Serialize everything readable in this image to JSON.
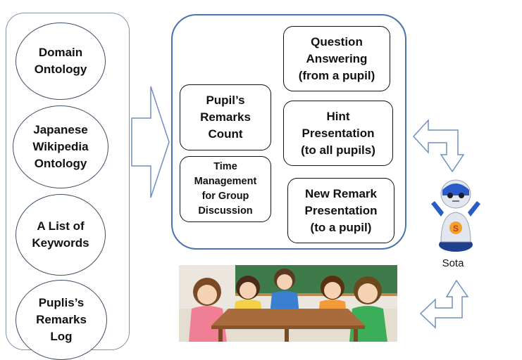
{
  "knowledge_sources": [
    {
      "label": "Domain\nOntology"
    },
    {
      "label": "Japanese\nWikipedia\nOntology"
    },
    {
      "label": "A List of\nKeywords"
    },
    {
      "label": "Puplis’s\nRemarks\nLog"
    }
  ],
  "functions_left": [
    {
      "label": "Pupil’s\nRemarks\nCount"
    },
    {
      "label": "Time\nManagement\nfor Group\nDiscussion"
    }
  ],
  "functions_right": [
    {
      "label": "Question\nAnswering\n(from a pupil)"
    },
    {
      "label": "Hint\nPresentation\n(to all pupils)"
    },
    {
      "label": "New Remark\nPresentation\n(to a pupil)"
    }
  ],
  "robot": {
    "label": "Sota"
  },
  "colors": {
    "main_border": "#4a72b0",
    "arrow_border": "#6e8fbf",
    "robot_blue": "#2a5bc8",
    "robot_gray": "#e2e6ee"
  },
  "icons": [
    "right-arrow",
    "elbow-arrow",
    "robot-illustration",
    "classroom-illustration"
  ]
}
